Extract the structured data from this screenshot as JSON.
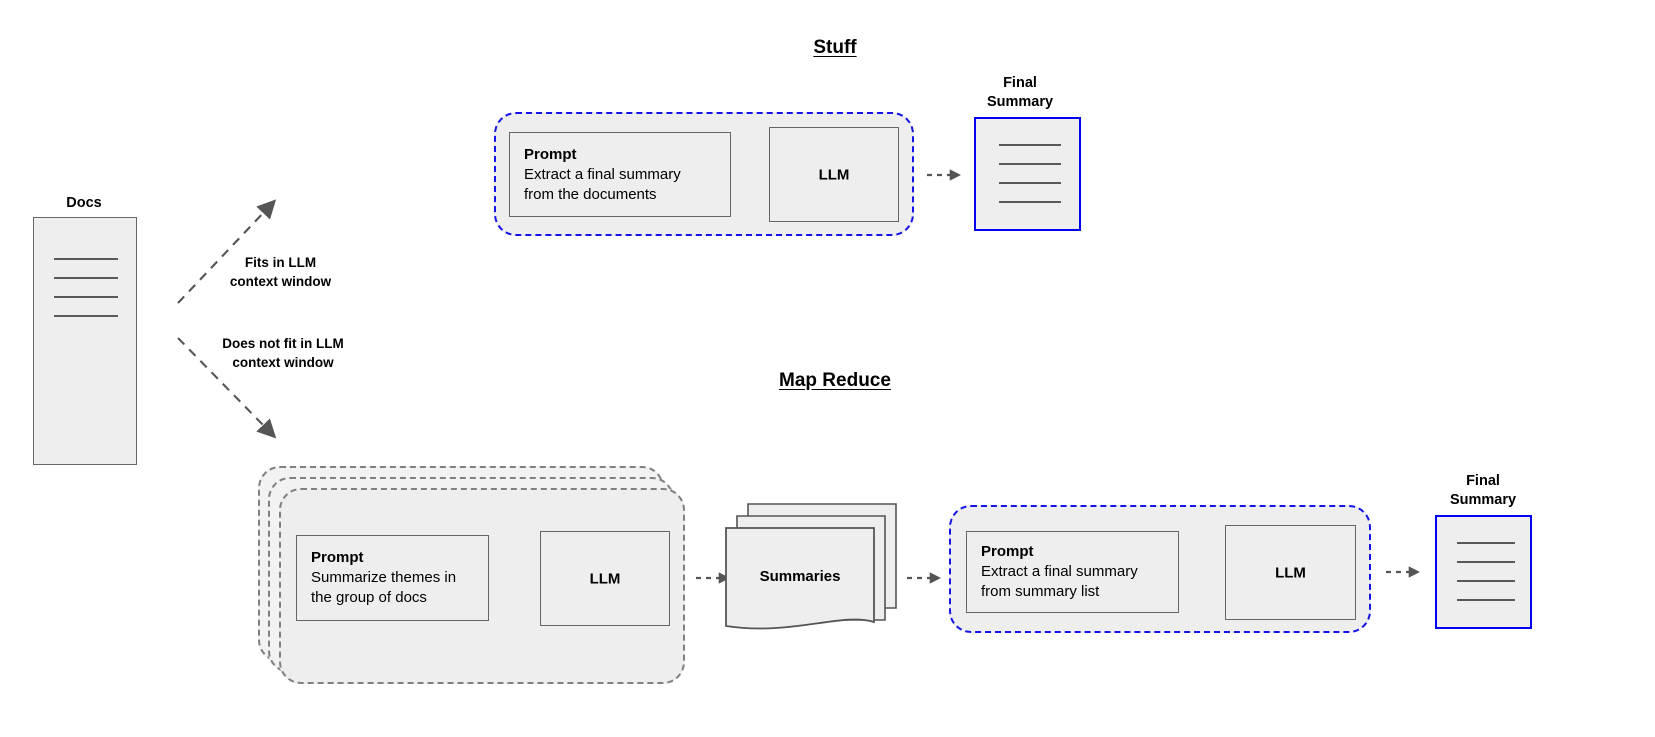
{
  "diagram": {
    "title_stuff": "Stuff",
    "title_map_reduce": "Map Reduce"
  },
  "source": {
    "label": "Docs",
    "line_count": 4
  },
  "branches": [
    {
      "id": "fits",
      "label": "Fits in LLM\ncontext window"
    },
    {
      "id": "does-not-fit",
      "label": "Does not fit in LLM\ncontext window"
    }
  ],
  "stuff": {
    "prompt": {
      "title": "Prompt",
      "body": "Extract a final summary\nfrom the documents"
    },
    "llm": {
      "label": "LLM"
    },
    "final_summary": {
      "caption": "Final\nSummary",
      "line_count": 4
    }
  },
  "map_reduce": {
    "map": {
      "stack_count": 3,
      "prompt": {
        "title": "Prompt",
        "body": "Summarize themes in\nthe group of docs"
      },
      "llm": {
        "label": "LLM"
      }
    },
    "summaries": {
      "label": "Summaries",
      "stack_count": 3
    },
    "reduce": {
      "prompt": {
        "title": "Prompt",
        "body": "Extract a final summary\nfrom summary list"
      },
      "llm": {
        "label": "LLM"
      }
    },
    "final_summary": {
      "caption": "Final\nSummary",
      "line_count": 4
    }
  },
  "colors": {
    "accent_blue": "#0000ee",
    "group_blue_dash": "#1414e6",
    "group_grey_dash": "#808080",
    "box_fill": "#eeeeee",
    "box_stroke": "#666666",
    "arrow": "#555555",
    "rule": "#595959",
    "text": "#000000"
  }
}
